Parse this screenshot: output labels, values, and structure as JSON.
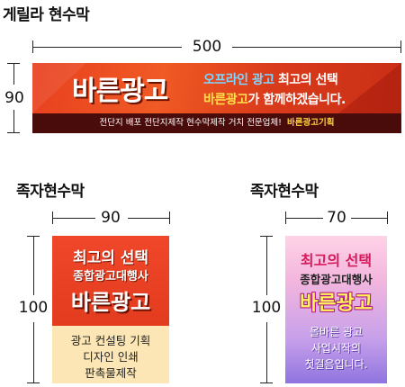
{
  "gerilla": {
    "title": "게릴라 현수막",
    "width_label": "500",
    "height_label": "90",
    "banner": {
      "brand": "바른광고",
      "line1_a": "오프라인 광고",
      "line1_b": " 최고의 선택",
      "line2_a": "바른광고",
      "line2_b": "가 함께하겠습니다.",
      "bottom_main": "전단지 배포 전단지제작 현수막제작 거치 전문업체!",
      "bottom_highlight": "바른광고기획"
    }
  },
  "jokja_left": {
    "title": "족자현수막",
    "width_label": "90",
    "height_label": "100",
    "banner": {
      "line1": "최고의 선택",
      "line2": "종합광고대행사",
      "brand": "바른광고",
      "bottom1": "광고 컨설팅 기획",
      "bottom2": "디자인 인쇄",
      "bottom3": "판촉물제작"
    }
  },
  "jokja_right": {
    "title": "족자현수막",
    "width_label": "70",
    "height_label": "100",
    "banner": {
      "line1": "최고의 선택",
      "line2": "종합광고대행사",
      "brand": "바른광고",
      "bottom1": "올바른 광고",
      "bottom2": "사업시작의",
      "bottom3": "첫걸음입니다."
    }
  }
}
